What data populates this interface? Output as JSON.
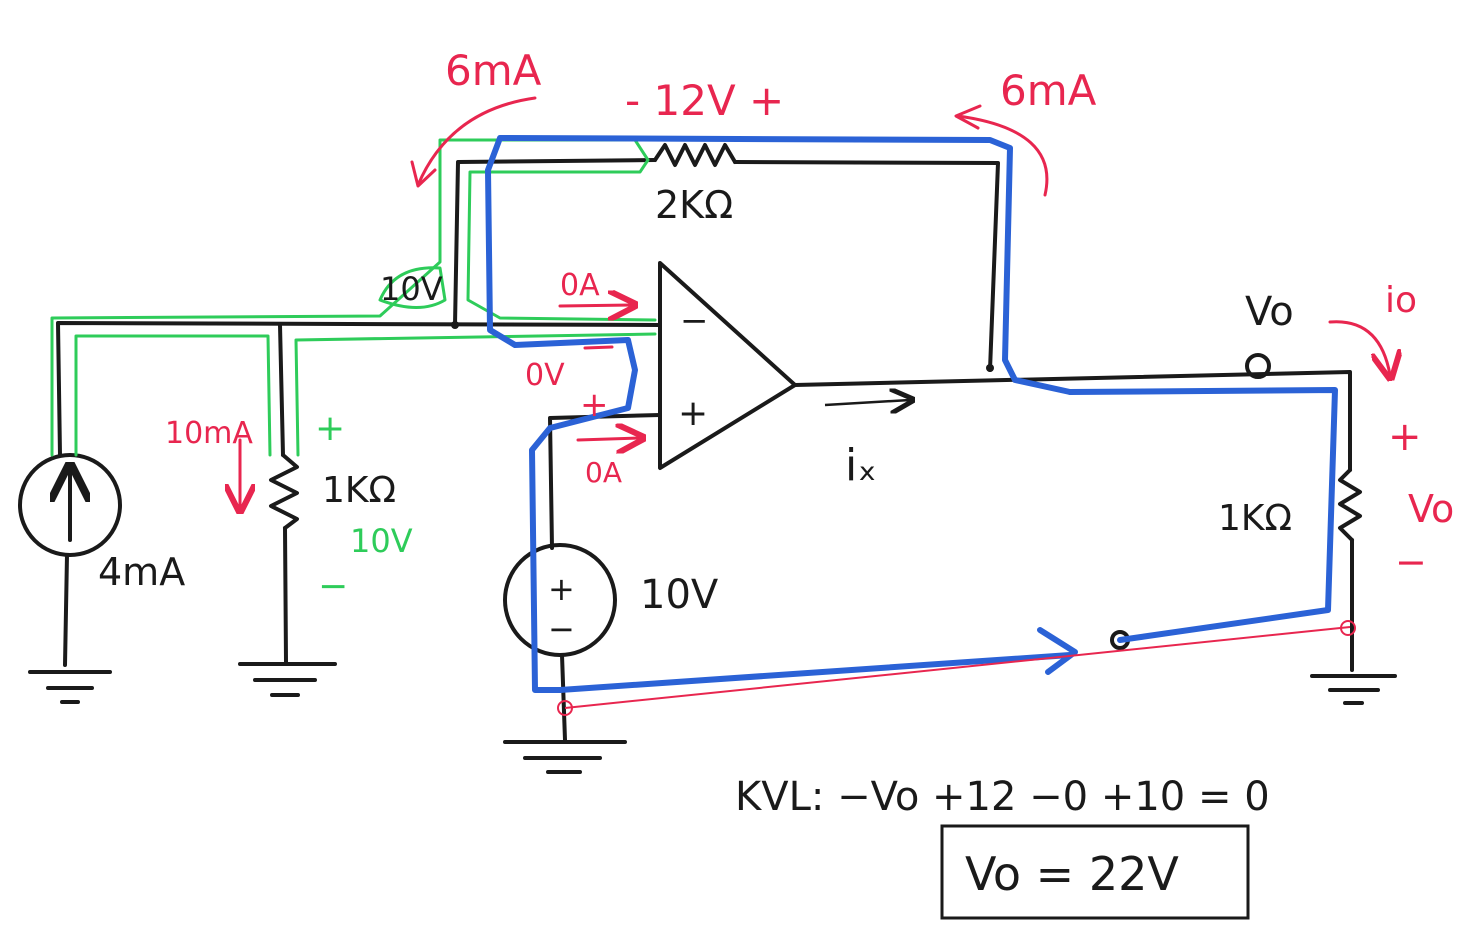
{
  "colors": {
    "ink": "#1a1a1a",
    "red": "#e8264f",
    "green": "#2ecc5a",
    "blue": "#2b62d6"
  },
  "labels": {
    "i_feedback_left": "6mA",
    "i_feedback_right": "6mA",
    "v_resistor_2k": "- 12V +",
    "r_feedback": "2KΩ",
    "v_node": "10V",
    "i_inverting": "0A",
    "v_diff": "0V",
    "plus_noninv": "+",
    "i_noninv": "0A",
    "opamp_minus": "−",
    "opamp_plus": "+",
    "i_x": "iₓ",
    "v_out_node": "Vo",
    "i_out": "io",
    "i_1k": "10mA",
    "r_1k_left": "1KΩ",
    "r_1k_left_plus": "+",
    "v_1k_left": "10V",
    "r_1k_left_minus": "−",
    "i_source": "4mA",
    "v_source_plus": "+",
    "v_source_minus": "−",
    "v_source": "10V",
    "r_load": "1KΩ",
    "v_load_plus": "+",
    "v_load": "Vo",
    "v_load_minus": "−",
    "kvl": "KVL:  −Vo +12 −0 +10 = 0",
    "result": "Vo = 22V"
  }
}
